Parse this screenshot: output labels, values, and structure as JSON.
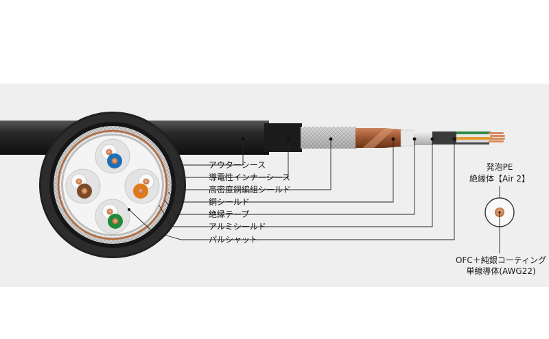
{
  "colors": {
    "jacket": "#222222",
    "inner_sheath": "#1b1b1b",
    "braid": "#c9c9c9",
    "copper_shield": "#a65b33",
    "copper_conductor": "#d58a5c",
    "pair_blue": "#1e6fb8",
    "pair_orange": "#e07a17",
    "pair_green": "#1f8a3c",
    "pair_brown": "#7a4a28",
    "background_band": "#efefef"
  },
  "cable_layers": [
    {
      "id": "outer-sheath",
      "label": "アウターシース"
    },
    {
      "id": "conductive-inner-sheath",
      "label": "導電性インナーシース"
    },
    {
      "id": "braid-shield",
      "label": "高密度銅編組シールド"
    },
    {
      "id": "copper-shield",
      "label": "銅シールド"
    },
    {
      "id": "insulating-tape",
      "label": "絶縁テープ"
    },
    {
      "id": "aluminum-shield",
      "label": "アルミシールド"
    },
    {
      "id": "pulse-shot",
      "label": "パルシャット"
    }
  ],
  "insulation_label": {
    "line1": "発泡PE",
    "line2": "絶縁体【Air 2】"
  },
  "conductor_label": {
    "line1": "OFC＋純銀コーティング",
    "line2": "単線導体(AWG22)"
  }
}
